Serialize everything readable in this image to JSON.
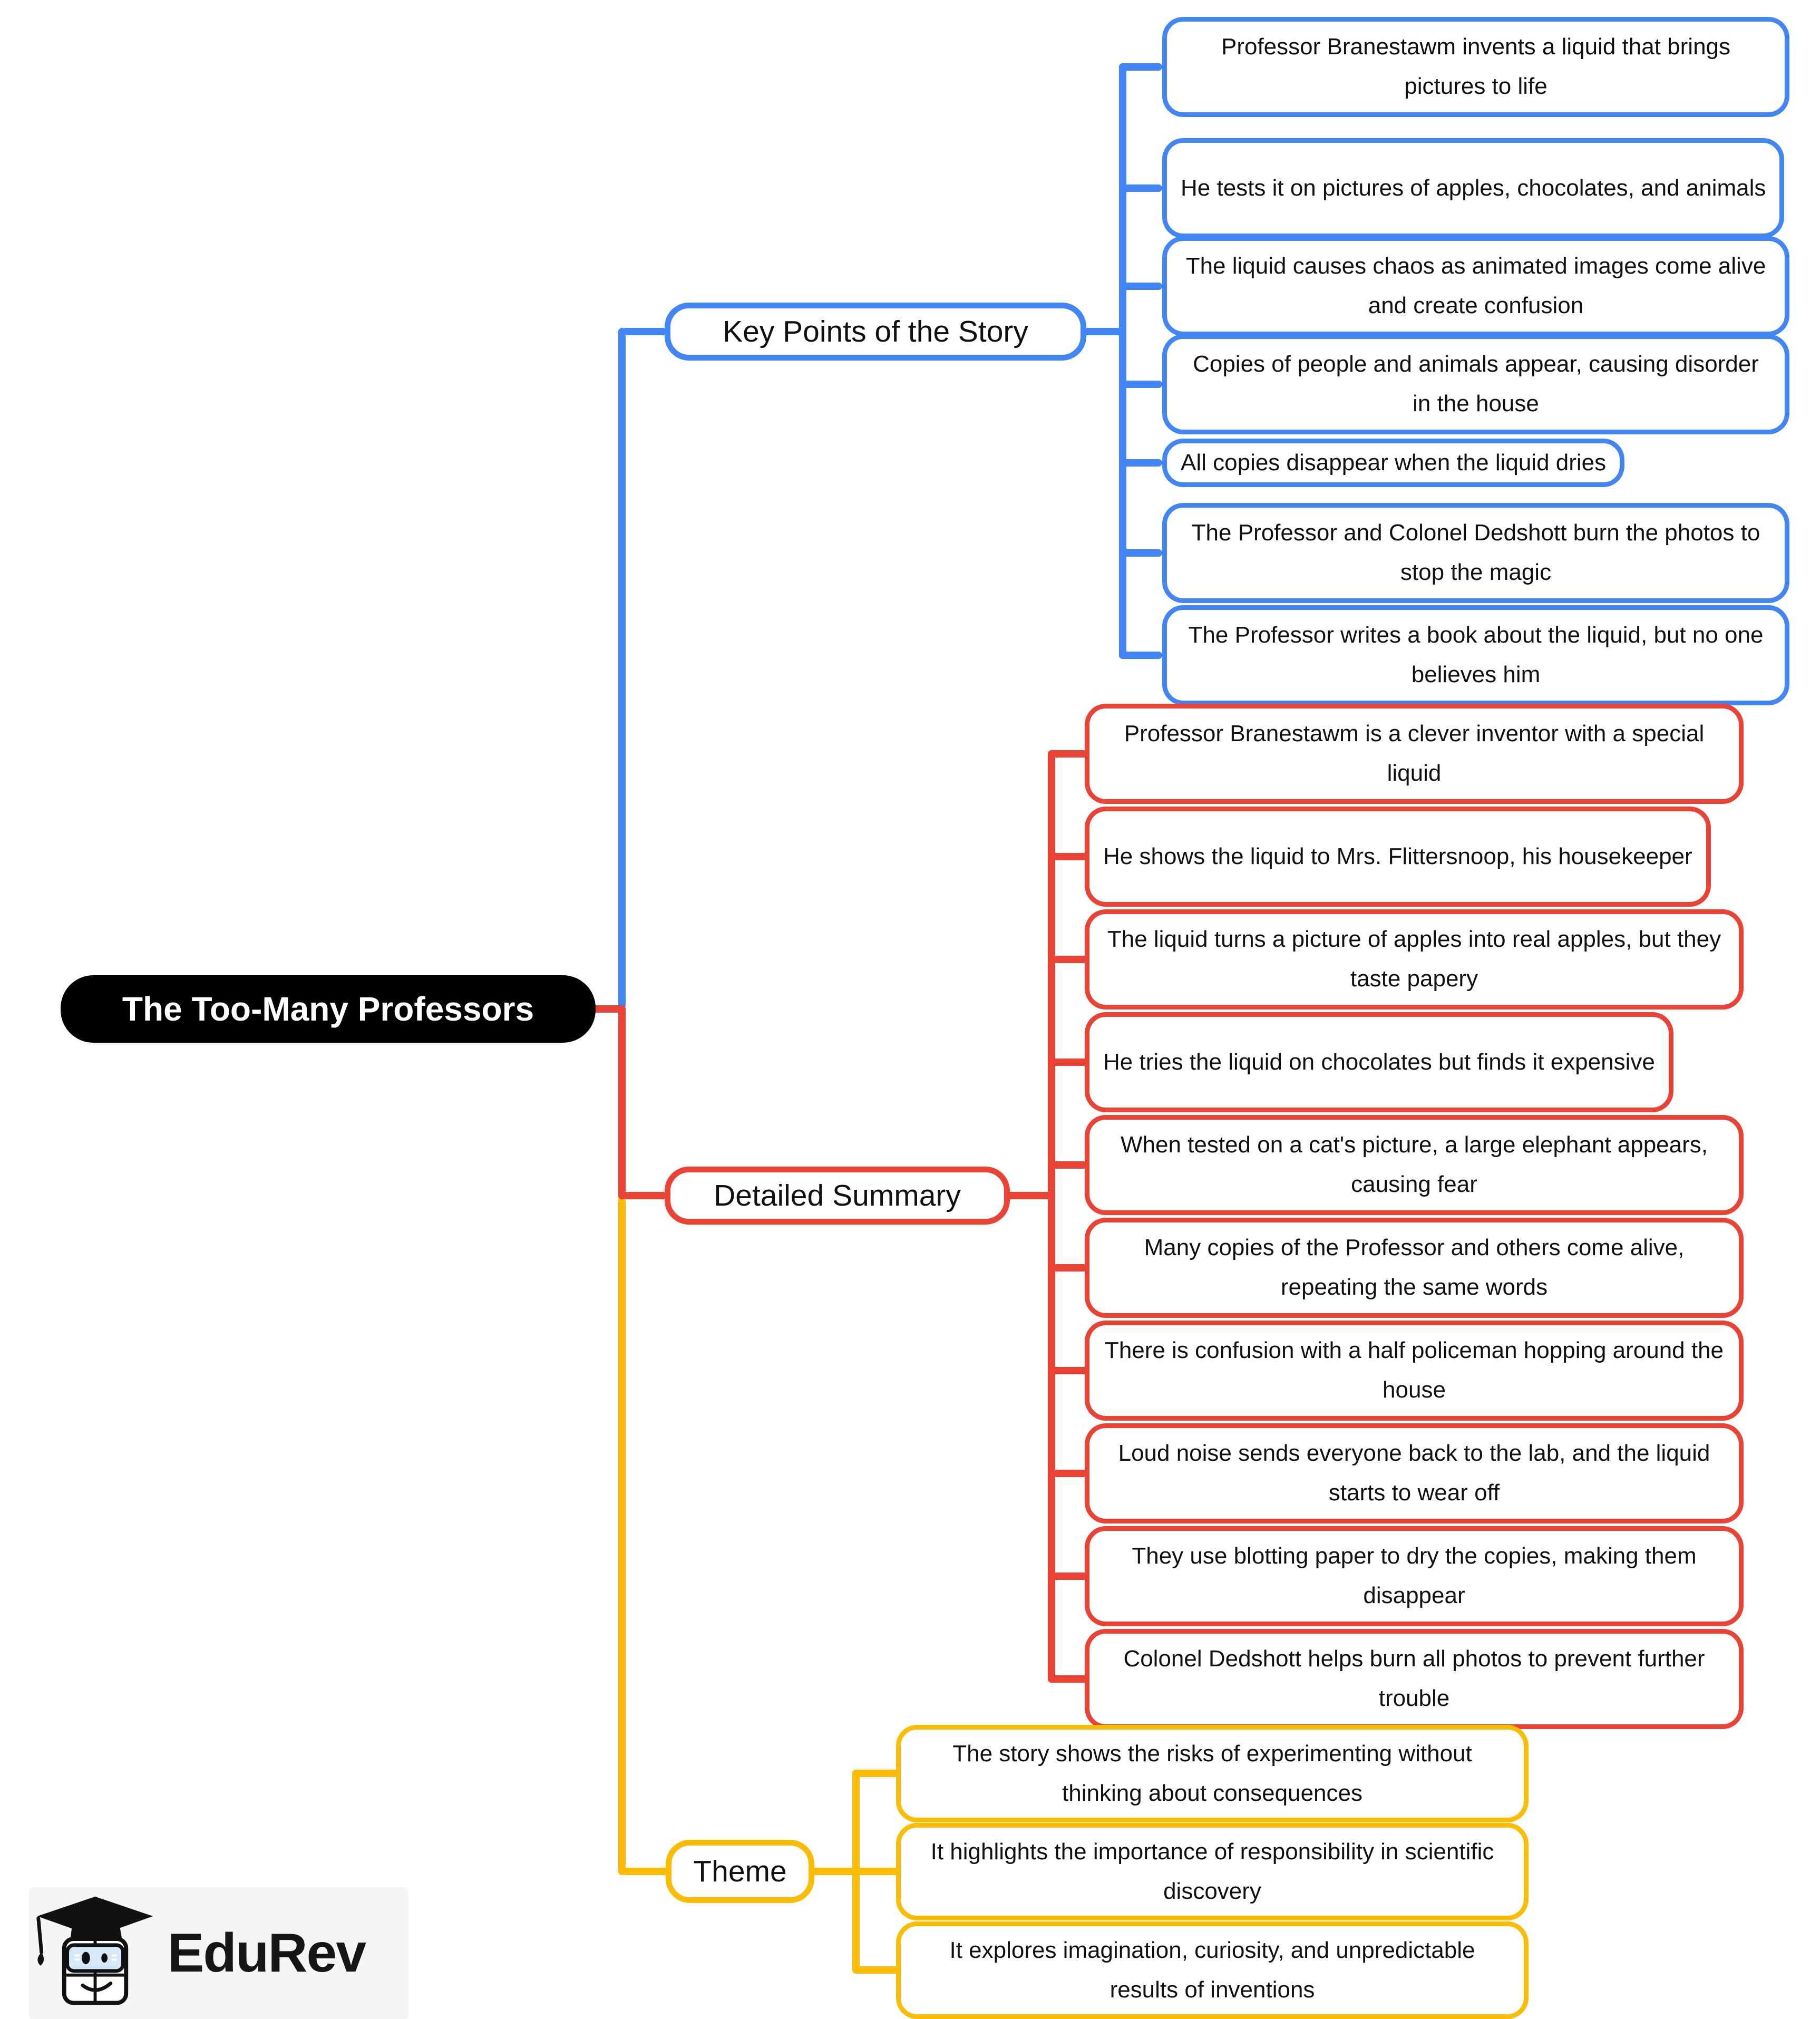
{
  "title": "The Too-Many Professors",
  "colors": {
    "blue": "#4285F4",
    "red": "#EA4335",
    "yellow": "#FBBC05",
    "root_bg": "#000000",
    "root_text": "#FFFFFF",
    "node_text": "#111111"
  },
  "root": {
    "label": "The Too-Many Professors"
  },
  "branches": [
    {
      "label": "Key Points of the Story",
      "color": "#4285F4",
      "children": [
        "Professor Branestawm invents a liquid that brings pictures to life",
        "He tests it on pictures of apples, chocolates, and animals",
        "The liquid causes chaos as animated images come alive and create confusion",
        "Copies of people and animals appear, causing disorder in the house",
        "All copies disappear when the liquid dries",
        "The Professor and Colonel Dedshott burn the photos to stop the magic",
        "The Professor writes a book about the liquid, but no one believes him"
      ]
    },
    {
      "label": "Detailed Summary",
      "color": "#EA4335",
      "children": [
        "Professor Branestawm is a clever inventor with a special liquid",
        "He shows the liquid to Mrs. Flittersnoop, his housekeeper",
        "The liquid turns a picture of apples into real apples, but they taste papery",
        "He tries the liquid on chocolates but finds it expensive",
        "When tested on a cat's picture, a large elephant appears, causing fear",
        "Many copies of the Professor and others come alive, repeating the same words",
        "There is confusion with a half policeman hopping around the house",
        "Loud noise sends everyone back to the lab, and the liquid starts to wear off",
        "They use blotting paper to dry the copies, making them disappear",
        "Colonel Dedshott helps burn all photos to prevent further trouble"
      ]
    },
    {
      "label": "Theme",
      "color": "#FBBC05",
      "children": [
        "The story shows the risks of experimenting without thinking about consequences",
        "It highlights the importance of responsibility in scientific discovery",
        "It explores imagination, curiosity, and unpredictable results of inventions"
      ]
    }
  ],
  "footer": {
    "brand": "EduRev"
  }
}
